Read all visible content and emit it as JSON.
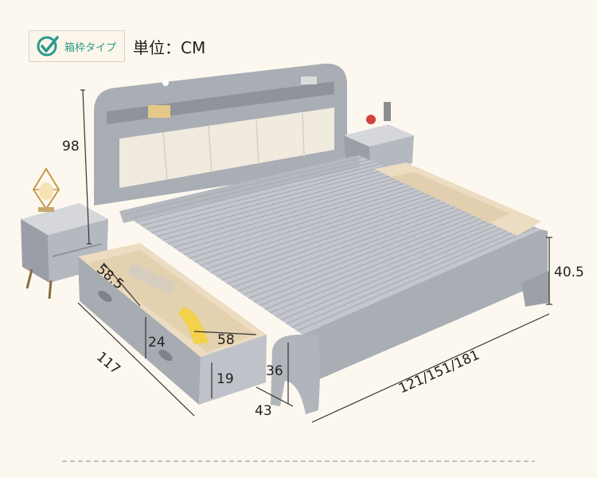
{
  "header": {
    "badge_label": "箱枠タイプ",
    "unit_label": "単位：CM"
  },
  "dimensions": {
    "headboard_height": "98",
    "side_height": "40.5",
    "drawer_depth": "58.5",
    "bed_length": "117",
    "drawer_inner_height": "24",
    "drawer_width": "58",
    "drawer_front_height": "19",
    "drawer_total_height": "36",
    "drawer_front_width": "43",
    "bed_width_options": "121/151/181"
  },
  "colors": {
    "accent": "#2a9a8a",
    "frame_gray": "#a9adb4",
    "cushion": "#efe8dc",
    "background": "#fdf8ef"
  }
}
